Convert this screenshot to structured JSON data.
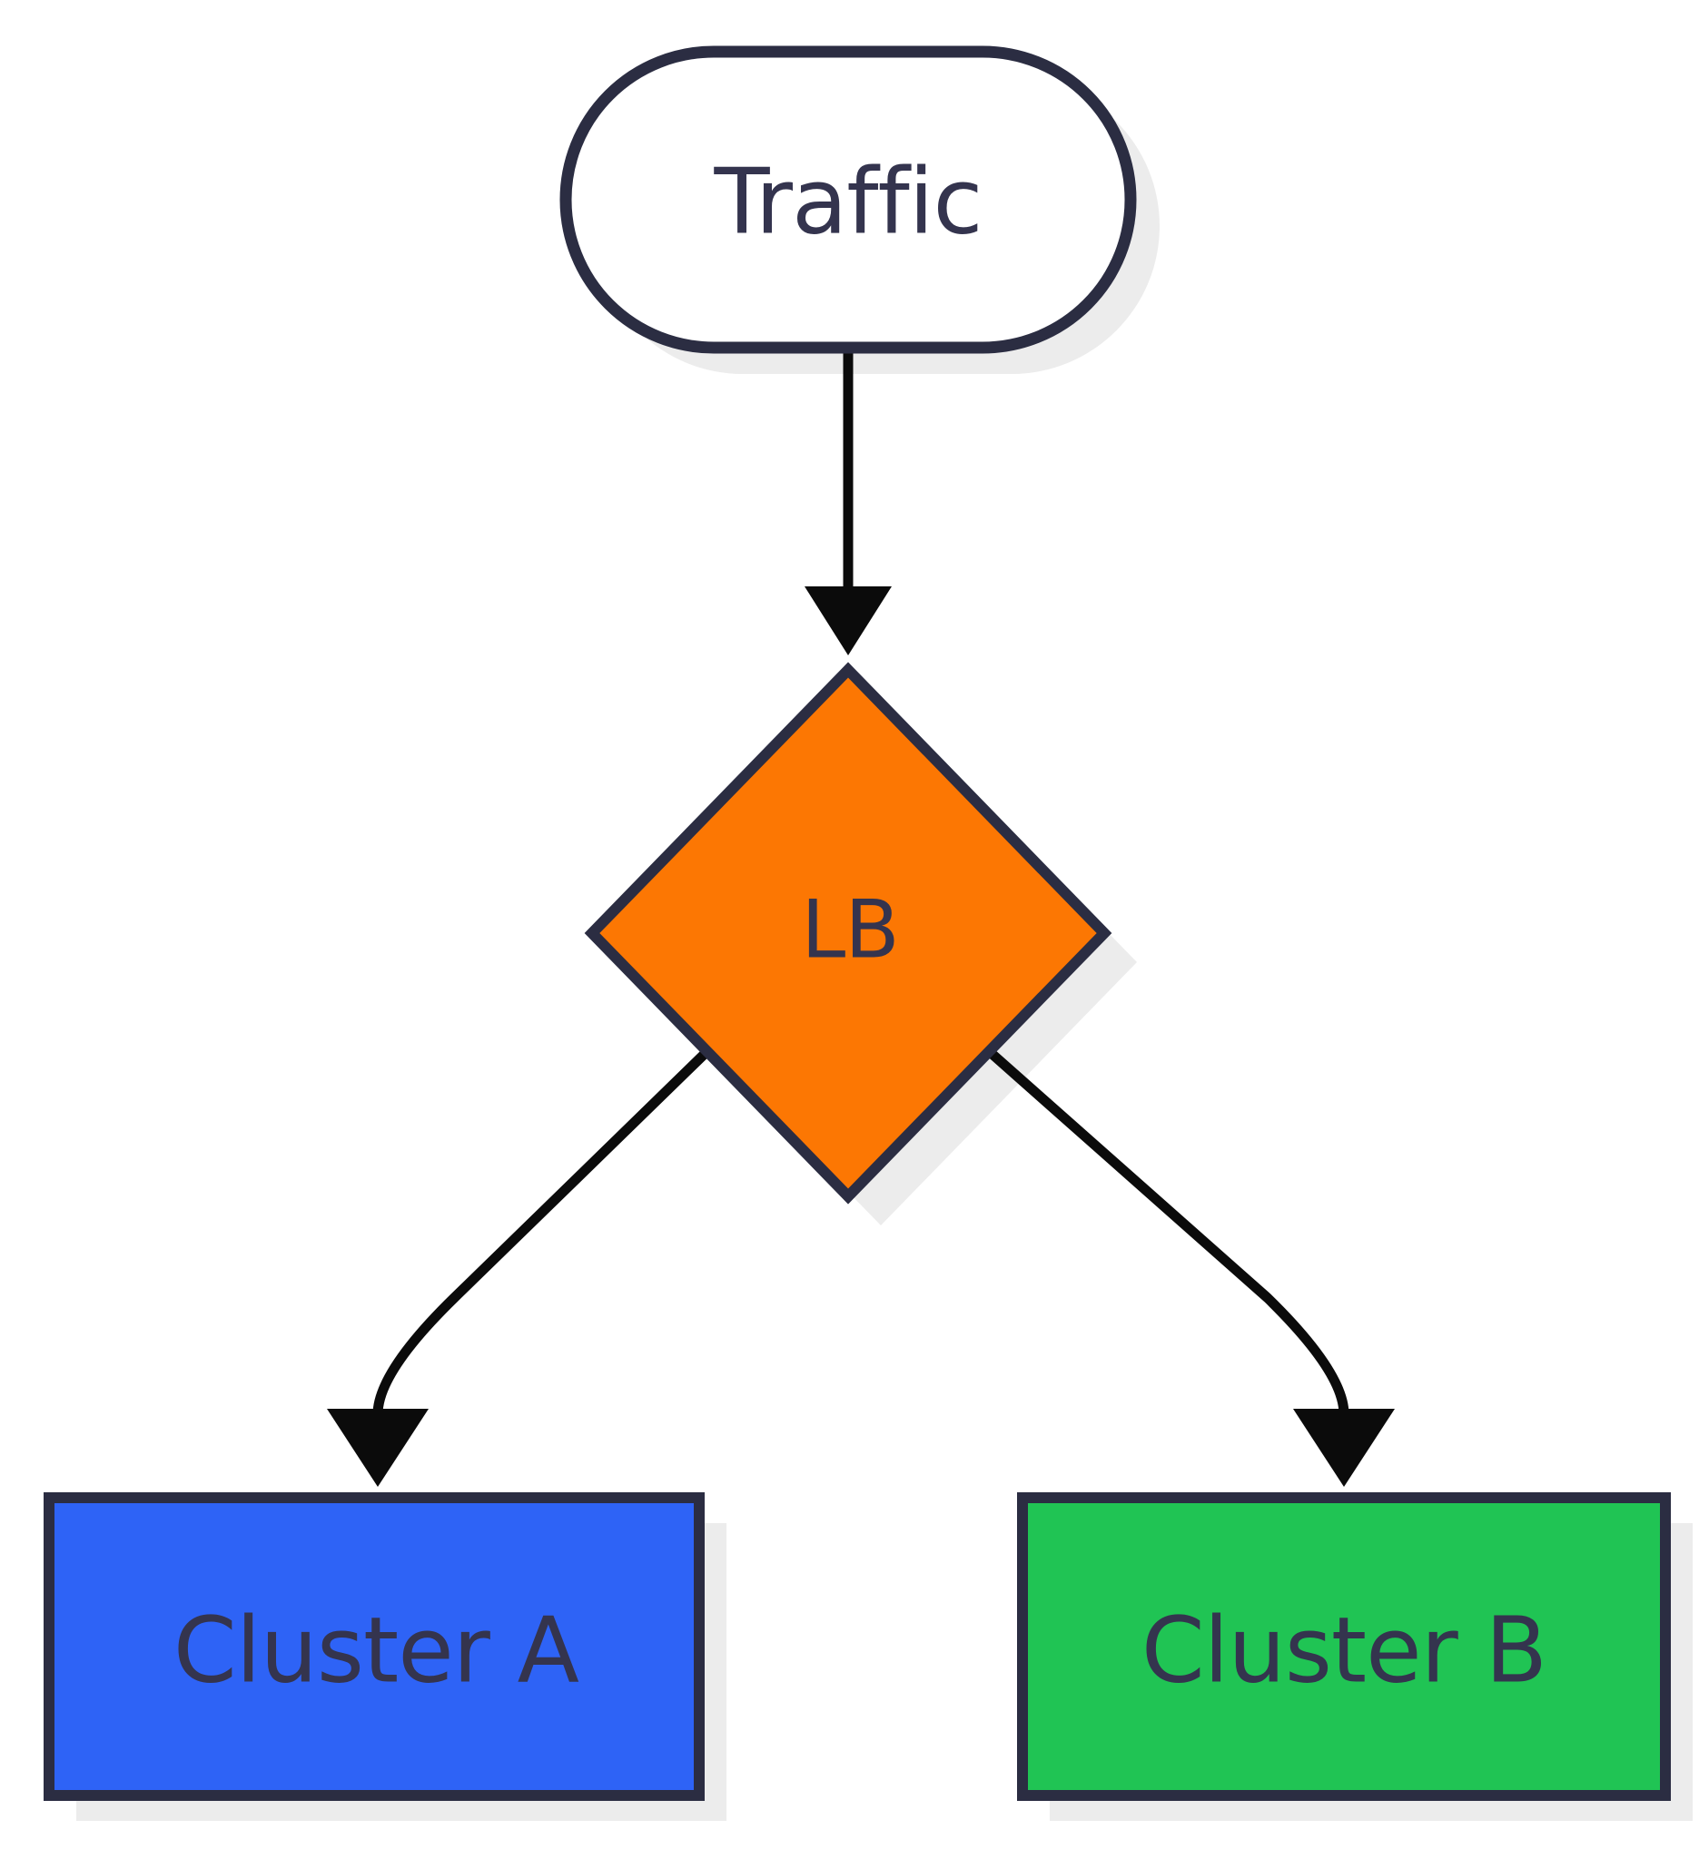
{
  "diagram": {
    "type": "flowchart",
    "direction": "top-down",
    "nodes": [
      {
        "id": "traffic",
        "label": "Traffic",
        "shape": "stadium",
        "fill": "#ffffff"
      },
      {
        "id": "lb",
        "label": "LB",
        "shape": "diamond",
        "fill": "#fc7703"
      },
      {
        "id": "cluster-a",
        "label": "Cluster A",
        "shape": "rectangle",
        "fill": "#2e63f6"
      },
      {
        "id": "cluster-b",
        "label": "Cluster B",
        "shape": "rectangle",
        "fill": "#20c454"
      }
    ],
    "edges": [
      {
        "from": "traffic",
        "to": "lb"
      },
      {
        "from": "lb",
        "to": "cluster-a"
      },
      {
        "from": "lb",
        "to": "cluster-b"
      }
    ],
    "colors": {
      "white": "#ffffff",
      "orange": "#fc7703",
      "blue": "#2e63f6",
      "green": "#20c454",
      "border_navy": "#2b2d42",
      "text_navy": "#34344e",
      "arrow_black": "#0b0b0b",
      "shadow_gray": "#ececec",
      "background": "#ffffff"
    }
  }
}
